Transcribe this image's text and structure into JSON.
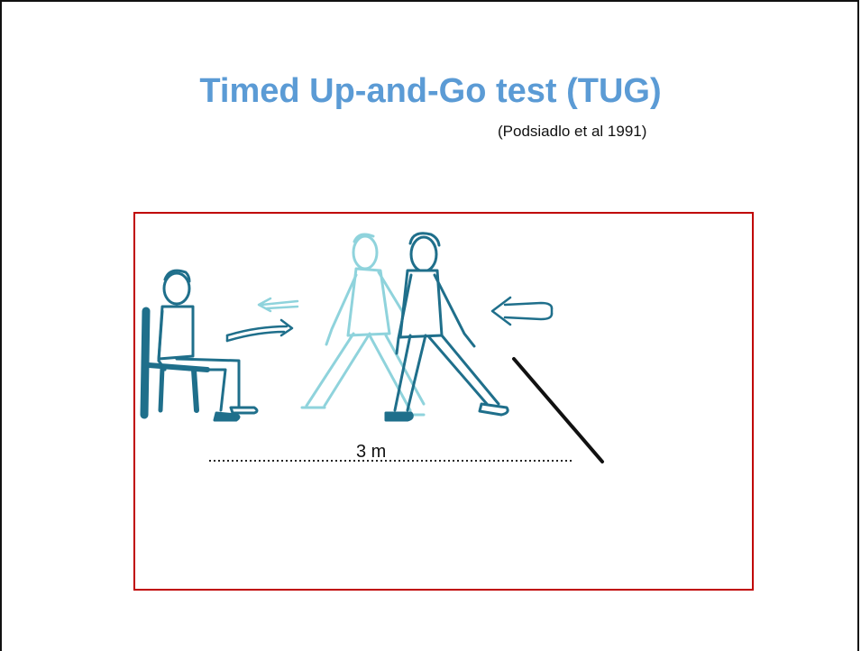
{
  "slide": {
    "title": "Timed Up-and-Go test (TUG)",
    "citation": "(Podsiadlo et al 1991)",
    "distance_label": "3 m"
  },
  "colors": {
    "title": "#5b9bd5",
    "frame_border": "#c00000",
    "figure_dark": "#1f6f8b",
    "figure_light": "#8fd3dc"
  },
  "icons": [
    "seated-person-icon",
    "walking-person-icon",
    "faded-walking-person-icon",
    "arrow-left-icon",
    "arrow-right-icon",
    "cone-line-icon"
  ]
}
